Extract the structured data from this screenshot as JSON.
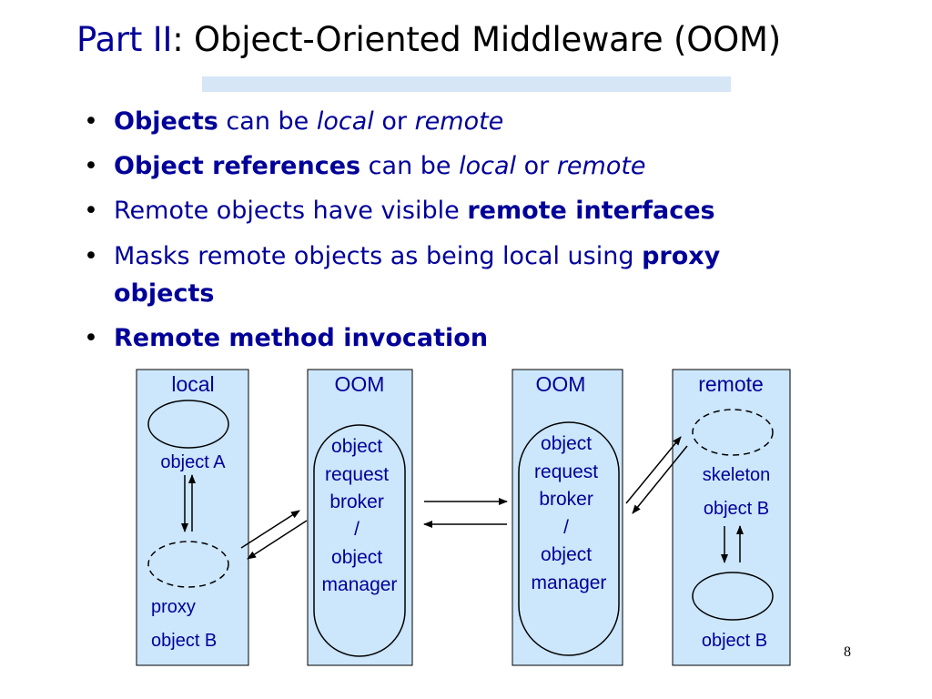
{
  "slide": {
    "title_part": "Part II",
    "title_rest": ": Object-Oriented Middleware (OOM)",
    "page_number": "8"
  },
  "bullets": [
    {
      "segments": [
        {
          "text": "Objects",
          "style": "bold"
        },
        {
          "text": " can be ",
          "style": "normal"
        },
        {
          "text": "local",
          "style": "italic"
        },
        {
          "text": " or ",
          "style": "normal"
        },
        {
          "text": "remote",
          "style": "italic"
        }
      ]
    },
    {
      "segments": [
        {
          "text": "Object references",
          "style": "bold"
        },
        {
          "text": " can be ",
          "style": "normal"
        },
        {
          "text": "local",
          "style": "italic"
        },
        {
          "text": " or ",
          "style": "normal"
        },
        {
          "text": "remote",
          "style": "italic"
        }
      ]
    },
    {
      "segments": [
        {
          "text": "Remote objects have visible ",
          "style": "normal"
        },
        {
          "text": "remote interfaces",
          "style": "bold"
        }
      ]
    },
    {
      "segments": [
        {
          "text": "Masks remote objects as being local using ",
          "style": "normal"
        },
        {
          "text": "proxy objects",
          "style": "bold"
        }
      ]
    },
    {
      "segments": [
        {
          "text": "Remote method invocation",
          "style": "bold"
        }
      ]
    }
  ],
  "diagram": {
    "columns": {
      "local": "local",
      "oom_left": "OOM",
      "oom_right": "OOM",
      "remote": "remote"
    },
    "labels": {
      "object_a": "object A",
      "proxy_line1": "proxy",
      "proxy_line2": "object B",
      "skeleton_line1": "skeleton",
      "skeleton_line2": "object B",
      "object_b": "object B"
    },
    "broker_lines": [
      "object",
      "request",
      "broker",
      "/",
      "object",
      "manager"
    ]
  },
  "colors": {
    "title_blue": "#000099",
    "column_fill": "#cce6fb",
    "title_bar": "#d6e6f7"
  }
}
